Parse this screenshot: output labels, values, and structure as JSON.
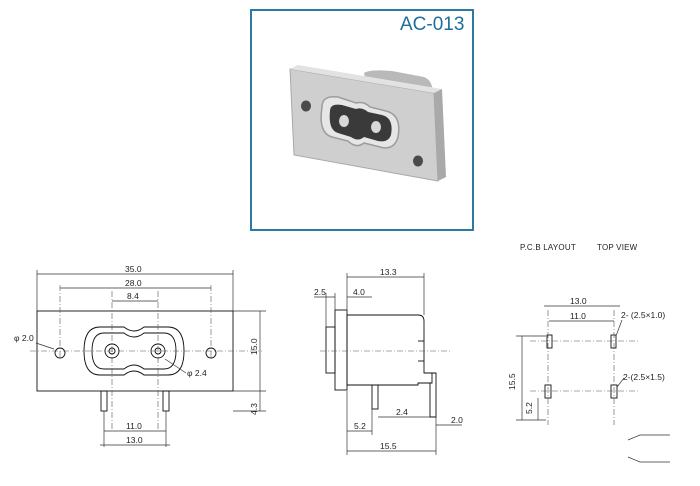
{
  "photo": {
    "model": "AC-013"
  },
  "pcb": {
    "header_left": "P.C.B LAYOUT",
    "header_right": "TOP VIEW"
  },
  "front_view": {
    "dim_35": "35.0",
    "dim_28": "28.0",
    "dim_84": "8.4",
    "dim_phi20": "φ 2.0",
    "dim_phi24": "φ 2.4",
    "dim_15": "15.0",
    "dim_43": "4.3",
    "dim_11": "11.0",
    "dim_13": "13.0"
  },
  "side_view": {
    "dim_133": "13.3",
    "dim_25": "2.5",
    "dim_40": "4.0",
    "dim_24": "2.4",
    "dim_52": "5.2",
    "dim_20": "2.0",
    "dim_155": "15.5"
  },
  "pcb_view": {
    "dim_13": "13.0",
    "dim_11": "11.0",
    "dim_slot1": "2- (2.5×1.0)",
    "dim_slot2": "2-(2.5×1.5)",
    "dim_155": "15.5",
    "dim_52": "5.2"
  },
  "colors": {
    "frame": "#2b7aa5",
    "title": "#1f6e9c",
    "body": "#d3d3d3"
  }
}
